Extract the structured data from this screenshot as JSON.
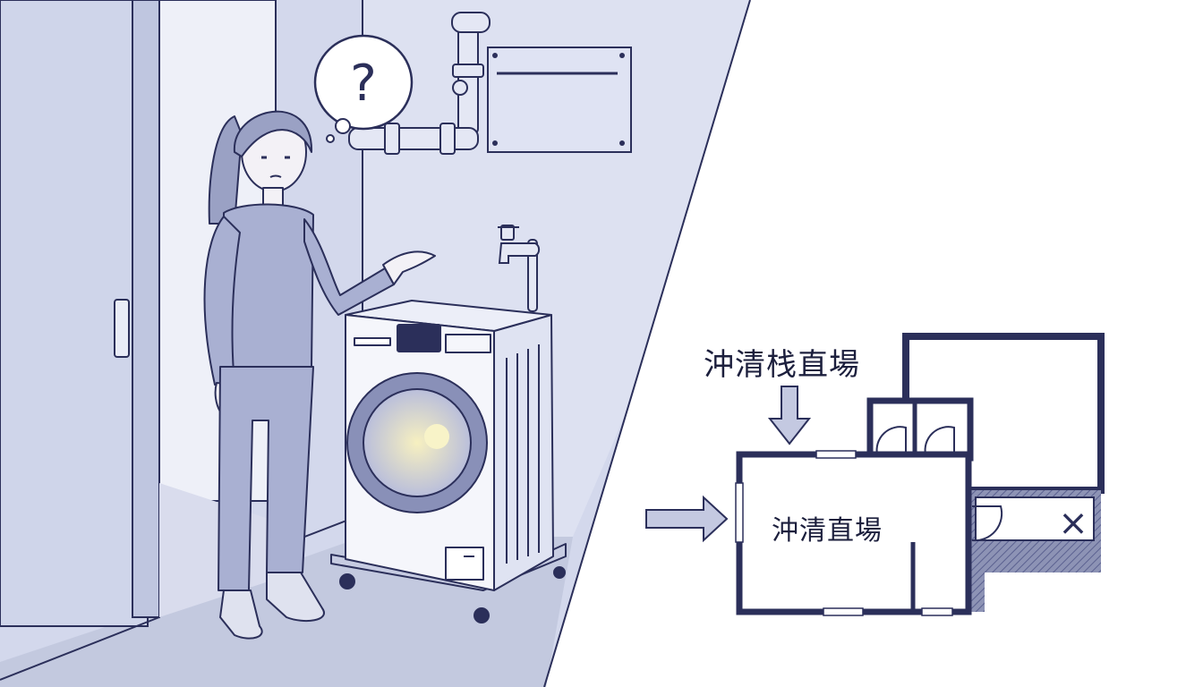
{
  "illustration": {
    "thought_bubble_symbol": "?",
    "icons": [
      "question-mark-icon",
      "faucet-icon",
      "washing-machine",
      "arrow-down-icon",
      "arrow-right-icon",
      "x-mark-icon"
    ]
  },
  "floor_plan": {
    "label_top": "沖清栈直場",
    "label_room": "沖清直場",
    "x_mark": "×"
  },
  "colors": {
    "ink": "#2b2f5a",
    "scene_bg": "#d6dbed",
    "wall": "#cdd3e8",
    "floor": "#c2c8dd",
    "accent_glow": "#f3ebb0"
  }
}
